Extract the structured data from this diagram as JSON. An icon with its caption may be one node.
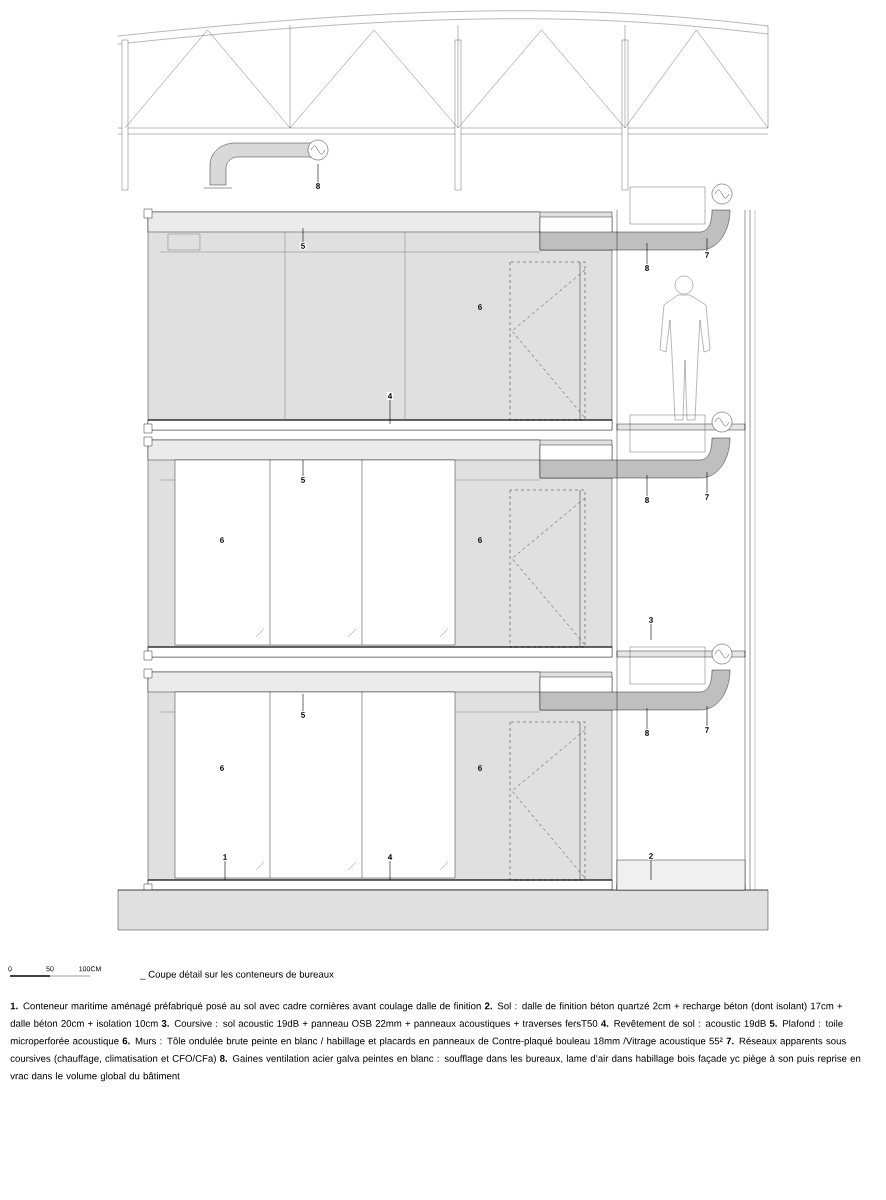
{
  "diagram": {
    "caption": "_ Coupe détail sur les conteneurs de bureaux",
    "nodes": [
      {
        "text": [
          "8"
        ]
      },
      {
        "text": [
          "5"
        ]
      },
      {
        "text": [
          "8"
        ]
      },
      {
        "text": [
          "7"
        ]
      },
      {
        "text": [
          "4"
        ]
      },
      {
        "text": [
          "5"
        ]
      },
      {
        "text": [
          "8"
        ]
      },
      {
        "text": [
          "7"
        ]
      },
      {
        "text": [
          "3"
        ]
      },
      {
        "text": [
          "5"
        ]
      },
      {
        "text": [
          "8"
        ]
      },
      {
        "text": [
          "7"
        ]
      },
      {
        "text": [
          "1"
        ]
      },
      {
        "text": [
          "4"
        ]
      },
      {
        "text": [
          "2"
        ]
      }
    ],
    "edges": [
      {
        "from": 0,
        "to": null,
        "arrow": "none"
      },
      {
        "from": 1,
        "to": null,
        "arrow": "none"
      },
      {
        "from": 2,
        "to": null,
        "arrow": "none"
      },
      {
        "from": 3,
        "to": null,
        "arrow": "none"
      },
      {
        "from": 4,
        "to": null,
        "arrow": "none"
      },
      {
        "from": 5,
        "to": null,
        "arrow": "none"
      },
      {
        "from": 6,
        "to": null,
        "arrow": "none"
      },
      {
        "from": 7,
        "to": null,
        "arrow": "none"
      },
      {
        "from": 8,
        "to": null,
        "arrow": "none"
      },
      {
        "from": 9,
        "to": null,
        "arrow": "none"
      },
      {
        "from": 10,
        "to": null,
        "arrow": "none"
      },
      {
        "from": 11,
        "to": null,
        "arrow": "none"
      },
      {
        "from": 12,
        "to": null,
        "arrow": "none"
      },
      {
        "from": 13,
        "to": null,
        "arrow": "none"
      },
      {
        "from": 14,
        "to": null,
        "arrow": "none"
      }
    ],
    "labels": [
      "6",
      "6",
      "6",
      "6",
      "6",
      "0",
      "50",
      "100CM",
      "**1.** Conteneur maritime aménagé préfabriqué posé au sol avec cadre cornières avant coulage dalle de finition **2.** Sol : dalle de finition béton quartzé 2cm + recharge béton (dont isolant) 17cm + dalle béton 20cm + isolation 10cm **3.** Coursive : sol acoustic 19dB + panneau OSB 22mm + panneaux acoustiques + traverses fersT50 **4.** Revêtement de sol : acoustic 19dB **5.** Plafond : toile microperforée acoustique **6.** Murs : Tôle ondulée brute peinte en blanc / habillage et placards en panneaux de Contre-plaqué bouleau 18mm /Vitrage acoustique 55² **7.** Réseaux apparents sous coursives (chauffage, climatisation et CFO/CFa) **8.** Gaines ventilation acier galva peintes en blanc : soufflage dans les bureaux, lame d’air dans habillage bois façade yc piège à son puis reprise en vrac dans le volume global du bâtiment"
    ]
  }
}
